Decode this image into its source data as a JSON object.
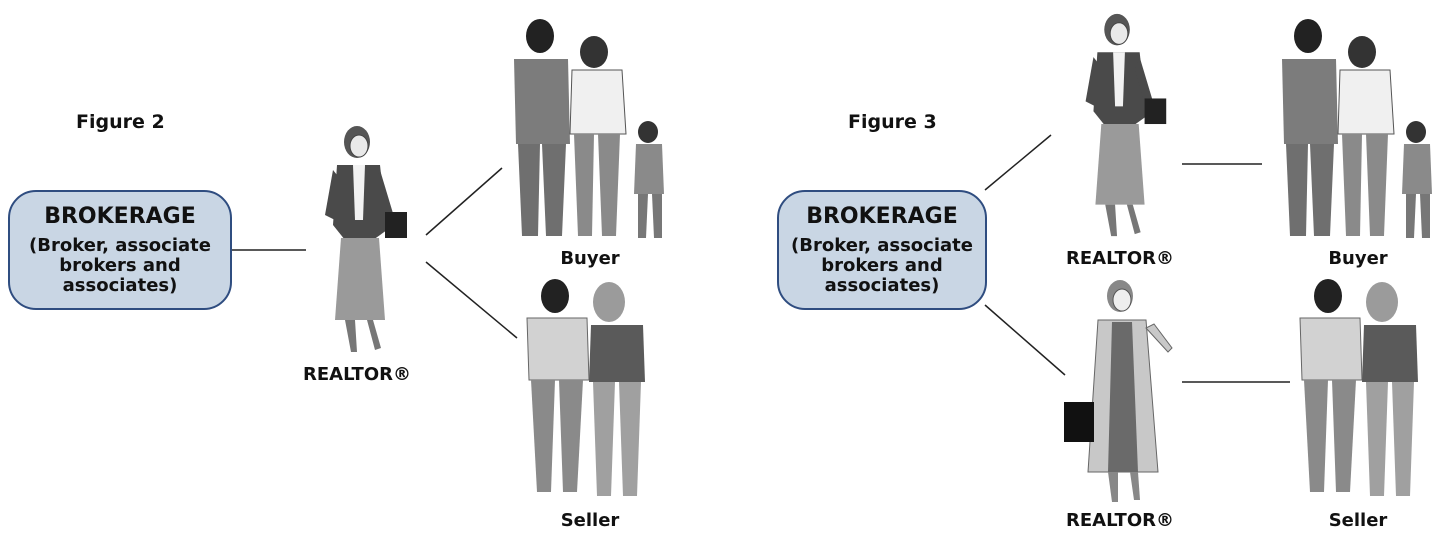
{
  "figure2": {
    "title": "Figure 2",
    "brokerage": {
      "title": "BROKERAGE",
      "subtitle": "(Broker, associate brokers and associates)"
    },
    "realtor_label": "REALTOR®",
    "buyer_label": "Buyer",
    "seller_label": "Seller"
  },
  "figure3": {
    "title": "Figure 3",
    "brokerage": {
      "title": "BROKERAGE",
      "subtitle": "(Broker, associate brokers and associates)"
    },
    "realtor_top_label": "REALTOR®",
    "realtor_bottom_label": "REALTOR®",
    "buyer_label": "Buyer",
    "seller_label": "Seller"
  },
  "colors": {
    "box_fill": "#c9d6e4",
    "box_border": "#2f4d80",
    "figure_gray": "#8a8a8a",
    "figure_dark": "#3a3a3a"
  }
}
